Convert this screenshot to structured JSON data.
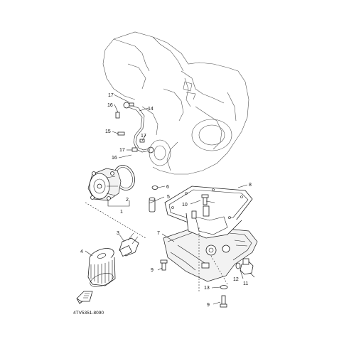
{
  "diagram": {
    "code": "4TV5351-8090",
    "callouts": [
      "1",
      "2",
      "3",
      "4",
      "5",
      "6",
      "7",
      "8",
      "9",
      "10",
      "11",
      "12",
      "13",
      "14",
      "15",
      "16",
      "17"
    ]
  },
  "parts": {
    "engine_block": "engine-block-ghost",
    "oil_filter_housing": "oil-filter-housing",
    "gasket_o_ring": "o-ring",
    "oil_filter": "oil-filter",
    "union_bolt": "union-bolt",
    "oil_pan": "oil-pan",
    "oil_pan_gasket": "oil-pan-gasket",
    "oil_pipe": "oil-delivery-pipe",
    "drain_plug": "drain-plug",
    "direction_arrow": "front-arrow-icon"
  }
}
